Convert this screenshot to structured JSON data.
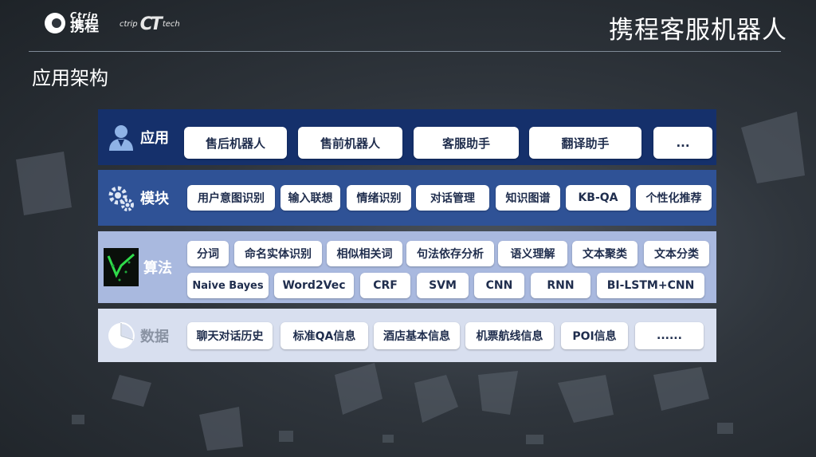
{
  "logo": {
    "brand_en": "Ctrip",
    "brand_cn": "携程",
    "tech_prefix": "ctrip",
    "tech_mark": "CT",
    "tech_suffix": "tech"
  },
  "header": {
    "title": "携程客服机器人",
    "subtitle": "应用架构"
  },
  "layers": {
    "app": {
      "label": "应用",
      "icon": "person-icon",
      "items": [
        "售后机器人",
        "售前机器人",
        "客服助手",
        "翻译助手",
        "..."
      ]
    },
    "module": {
      "label": "模块",
      "icon": "gears-icon",
      "items": [
        "用户意图识别",
        "输入联想",
        "情绪识别",
        "对话管理",
        "知识图谱",
        "KB-QA",
        "个性化推荐"
      ]
    },
    "algorithm": {
      "label": "算法",
      "icon": "neural-image-icon",
      "row1": [
        "分词",
        "命名实体识别",
        "相似相关词",
        "句法依存分析",
        "语义理解",
        "文本聚类",
        "文本分类"
      ],
      "row2": [
        "Naive Bayes",
        "Word2Vec",
        "CRF",
        "SVM",
        "CNN",
        "RNN",
        "BI-LSTM+CNN"
      ]
    },
    "data": {
      "label": "数据",
      "icon": "pie-chart-icon",
      "items": [
        "聊天对话历史",
        "标准QA信息",
        "酒店基本信息",
        "机票航线信息",
        "POI信息",
        "......"
      ]
    }
  },
  "colors": {
    "app": "#15306b",
    "module": "#2f5296",
    "algorithm": "#a9b9df",
    "data": "#d8dfef"
  }
}
